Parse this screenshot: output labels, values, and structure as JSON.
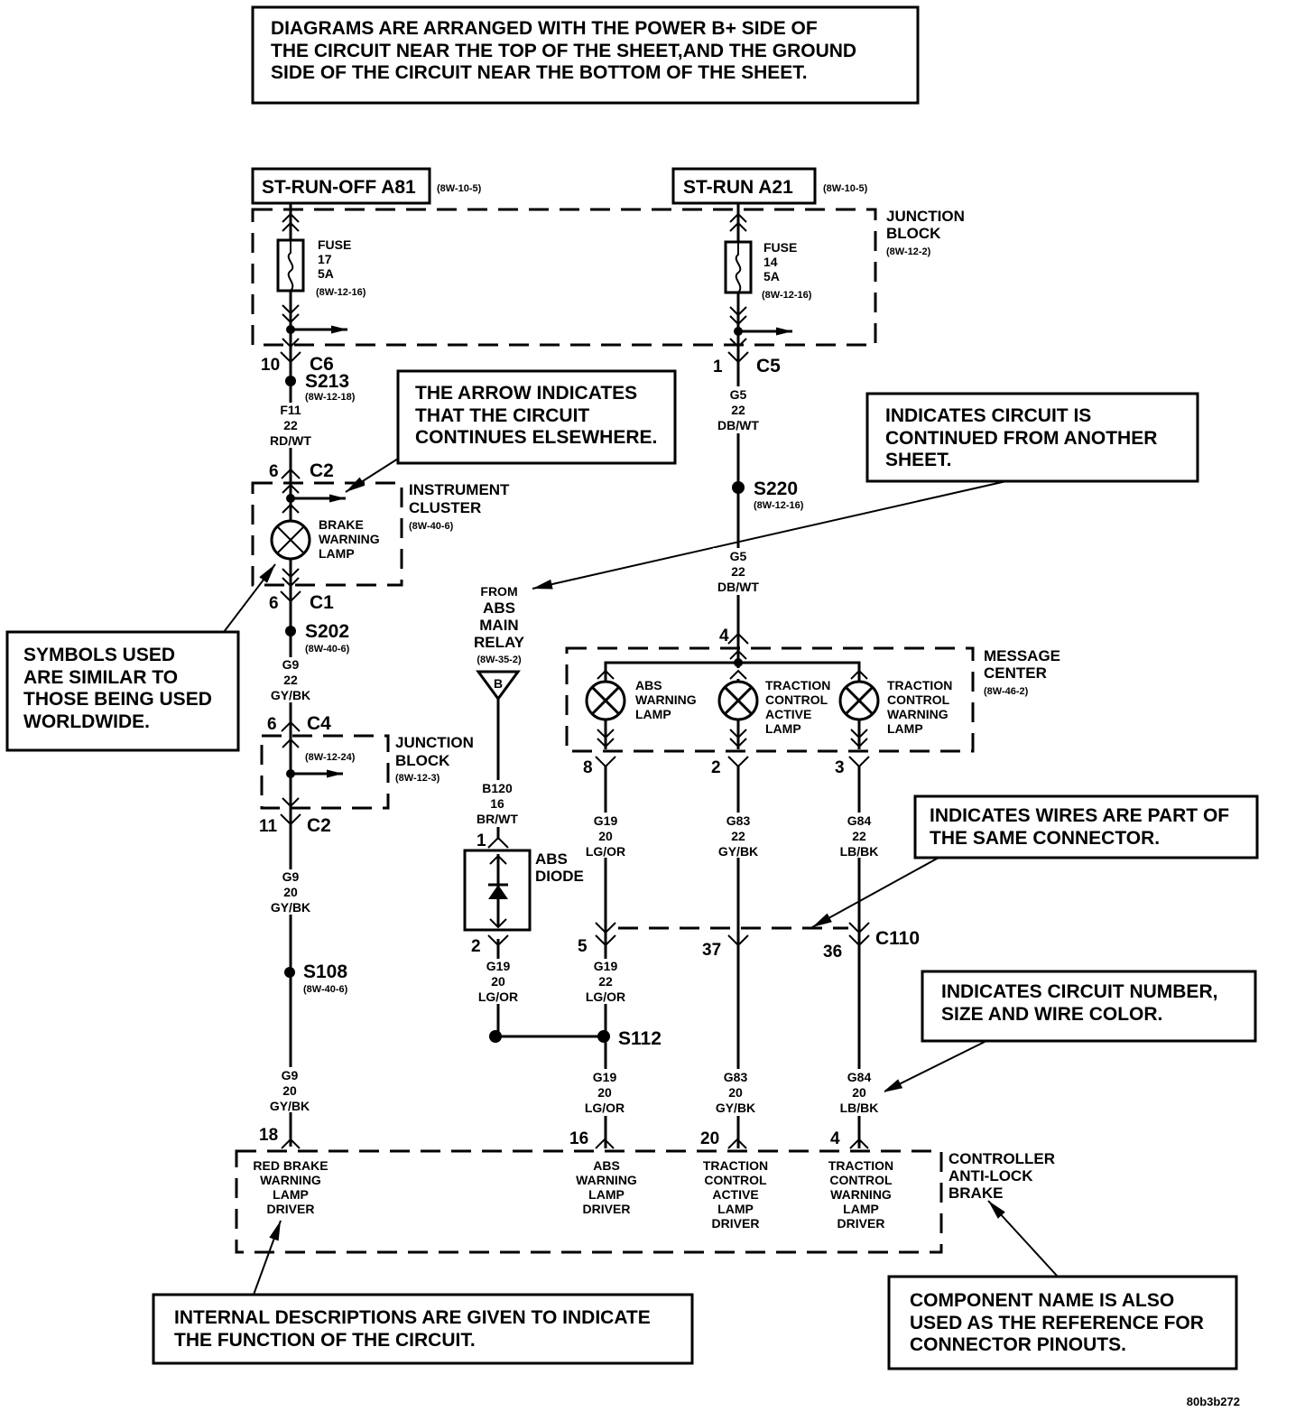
{
  "colors": {
    "ink": "#000000",
    "paper": "#ffffff"
  },
  "figure_id": "80b3b272",
  "callouts": {
    "top": "DIAGRAMS ARE ARRANGED WITH THE POWER B+ SIDE OF\nTHE CIRCUIT NEAR THE TOP OF THE SHEET,AND THE GROUND\nSIDE OF THE CIRCUIT NEAR THE BOTTOM OF THE SHEET.",
    "arrow": "THE ARROW INDICATES\nTHAT THE CIRCUIT\nCONTINUES ELSEWHERE.",
    "continued": "INDICATES CIRCUIT IS\nCONTINUED FROM ANOTHER\nSHEET.",
    "symbols": "SYMBOLS USED\nARE SIMILAR TO\nTHOSE BEING USED\nWORLDWIDE.",
    "same_connector": "INDICATES WIRES ARE PART OF\nTHE SAME CONNECTOR.",
    "circuit_number": "INDICATES CIRCUIT NUMBER,\nSIZE AND WIRE COLOR.",
    "internal": "INTERNAL DESCRIPTIONS ARE GIVEN TO INDICATE\nTHE FUNCTION OF THE CIRCUIT.",
    "component_name": "COMPONENT NAME IS ALSO\nUSED AS THE REFERENCE FOR\nCONNECTOR PINOUTS."
  },
  "power_sources": [
    {
      "label": "ST-RUN-OFF A81",
      "ref": "(8W-10-5)"
    },
    {
      "label": "ST-RUN A21",
      "ref": "(8W-10-5)"
    }
  ],
  "fuses": [
    {
      "lines": [
        "FUSE",
        "17",
        "5A",
        "(8W-12-16)"
      ]
    },
    {
      "lines": [
        "FUSE",
        "14",
        "5A",
        "(8W-12-16)"
      ]
    }
  ],
  "components": {
    "junction_block_top": {
      "name": [
        "JUNCTION",
        "BLOCK"
      ],
      "ref": "(8W-12-2)"
    },
    "instrument_cluster": {
      "name": [
        "INSTRUMENT",
        "CLUSTER"
      ],
      "ref": "(8W-40-6)"
    },
    "junction_block_mid": {
      "name": [
        "JUNCTION",
        "BLOCK"
      ],
      "ref": "(8W-12-3)",
      "inner_ref": "(8W-12-24)"
    },
    "message_center": {
      "name": [
        "MESSAGE",
        "CENTER"
      ],
      "ref": "(8W-46-2)"
    },
    "controller": {
      "name": [
        "CONTROLLER",
        "ANTI-LOCK",
        "BRAKE"
      ]
    },
    "abs_diode": {
      "name": [
        "ABS",
        "DIODE"
      ]
    },
    "abs_relay": {
      "name": [
        "FROM",
        "ABS",
        "MAIN",
        "RELAY"
      ],
      "ref": "(8W-35-2)",
      "symbol": "B"
    }
  },
  "lamps": {
    "brake": [
      "BRAKE",
      "WARNING",
      "LAMP"
    ],
    "abs": [
      "ABS",
      "WARNING",
      "LAMP"
    ],
    "tc_active": [
      "TRACTION",
      "CONTROL",
      "ACTIVE",
      "LAMP"
    ],
    "tc_warning": [
      "TRACTION",
      "CONTROL",
      "WARNING",
      "LAMP"
    ]
  },
  "connectors": {
    "c6": {
      "pin": "10",
      "name": "C6"
    },
    "c5": {
      "pin": "1",
      "name": "C5"
    },
    "c2a": {
      "pin": "6",
      "name": "C2"
    },
    "c1": {
      "pin": "6",
      "name": "C1"
    },
    "c4": {
      "pin": "6",
      "name": "C4"
    },
    "c2b": {
      "pin": "11",
      "name": "C2"
    },
    "mc_in": {
      "pin": "4"
    },
    "mc_abs": {
      "pin": "8"
    },
    "mc_tca": {
      "pin": "2"
    },
    "mc_tcw": {
      "pin": "3"
    },
    "diode_1": {
      "pin": "1"
    },
    "diode_2": {
      "pin": "2"
    },
    "c110_a": {
      "pin": "5"
    },
    "c110_b": {
      "pin": "37"
    },
    "c110_c": {
      "pin": "36",
      "name": "C110"
    },
    "cab_18": {
      "pin": "18"
    },
    "cab_16": {
      "pin": "16"
    },
    "cab_20": {
      "pin": "20"
    },
    "cab_4": {
      "pin": "4"
    }
  },
  "splices": {
    "s213": {
      "name": "S213",
      "ref": "(8W-12-18)"
    },
    "s220": {
      "name": "S220",
      "ref": "(8W-12-16)"
    },
    "s202": {
      "name": "S202",
      "ref": "(8W-40-6)"
    },
    "s108": {
      "name": "S108",
      "ref": "(8W-40-6)"
    },
    "s112": {
      "name": "S112"
    }
  },
  "wires": {
    "f11": [
      "F11",
      "22",
      "RD/WT"
    ],
    "g5_a": [
      "G5",
      "22",
      "DB/WT"
    ],
    "g5_b": [
      "G5",
      "22",
      "DB/WT"
    ],
    "g9_a": [
      "G9",
      "22",
      "GY/BK"
    ],
    "g9_b": [
      "G9",
      "20",
      "GY/BK"
    ],
    "g9_c": [
      "G9",
      "20",
      "GY/BK"
    ],
    "b120": [
      "B120",
      "16",
      "BR/WT"
    ],
    "g19_diode": [
      "G19",
      "20",
      "LG/OR"
    ],
    "g19_mc": [
      "G19",
      "20",
      "LG/OR"
    ],
    "g19_c110": [
      "G19",
      "22",
      "LG/OR"
    ],
    "g19_cab": [
      "G19",
      "20",
      "LG/OR"
    ],
    "g83_mc": [
      "G83",
      "22",
      "GY/BK"
    ],
    "g83_cab": [
      "G83",
      "20",
      "GY/BK"
    ],
    "g84_mc": [
      "G84",
      "22",
      "LB/BK"
    ],
    "g84_cab": [
      "G84",
      "20",
      "LB/BK"
    ]
  },
  "controller_pins": {
    "red_brake": [
      "RED BRAKE",
      "WARNING",
      "LAMP",
      "DRIVER"
    ],
    "abs": [
      "ABS",
      "WARNING",
      "LAMP",
      "DRIVER"
    ],
    "tc_active": [
      "TRACTION",
      "CONTROL",
      "ACTIVE",
      "LAMP",
      "DRIVER"
    ],
    "tc_warning": [
      "TRACTION",
      "CONTROL",
      "WARNING",
      "LAMP",
      "DRIVER"
    ]
  }
}
